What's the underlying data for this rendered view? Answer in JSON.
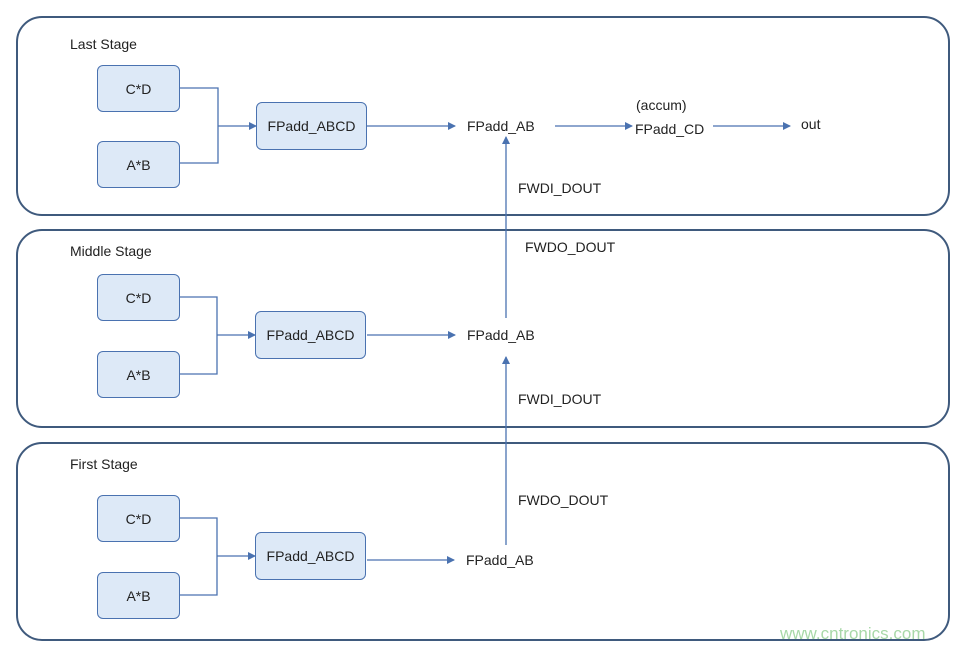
{
  "stages": {
    "last": {
      "title": "Last Stage",
      "box_cd": "C*D",
      "box_ab": "A*B",
      "box_abcd": "FPadd_ABCD",
      "fpadd_ab": "FPadd_AB",
      "accum": "(accum)",
      "fpadd_cd": "FPadd_CD",
      "out": "out"
    },
    "middle": {
      "title": "Middle Stage",
      "box_cd": "C*D",
      "box_ab": "A*B",
      "box_abcd": "FPadd_ABCD",
      "fpadd_ab": "FPadd_AB"
    },
    "first": {
      "title": "First Stage",
      "box_cd": "C*D",
      "box_ab": "A*B",
      "box_abcd": "FPadd_ABCD",
      "fpadd_ab": "FPadd_AB"
    }
  },
  "signals": {
    "fwdi_upper": "FWDI_DOUT",
    "fwdo_upper": "FWDO_DOUT",
    "fwdi_lower": "FWDI_DOUT",
    "fwdo_lower": "FWDO_DOUT"
  },
  "watermark": "www.cntronics.com",
  "colors": {
    "stage_border": "#3f5a7d",
    "box_fill": "#dde9f7",
    "box_border": "#4a72b0",
    "wire": "#4a72b0",
    "watermark": "#a8d8a8"
  }
}
